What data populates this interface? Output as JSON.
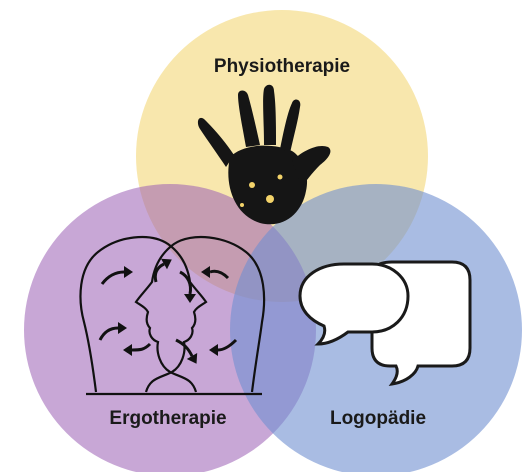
{
  "diagram": {
    "circles": [
      {
        "id": "physio",
        "label": "Physiotherapie",
        "color": "#f3d36a",
        "icon": "handprint-icon"
      },
      {
        "id": "ergo",
        "label": "Ergotherapie",
        "color": "#9b5fb5",
        "icon": "two-heads-arrows-icon"
      },
      {
        "id": "logo",
        "label": "Logopädie",
        "color": "#6f8fd1",
        "icon": "speech-bubbles-icon"
      }
    ]
  }
}
